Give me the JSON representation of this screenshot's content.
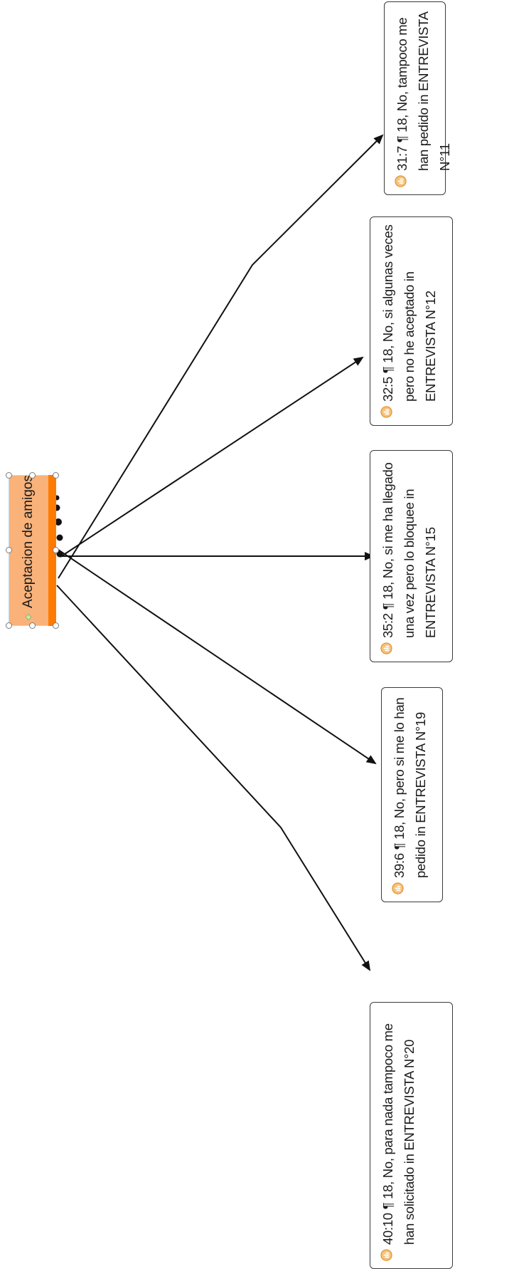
{
  "diagram": {
    "code": {
      "label": "Aceptacion de amigos",
      "icon": "code-diamond-icon",
      "bar_color": "#ff7a00",
      "fill_color": "#f9b27a"
    },
    "quotations": [
      {
        "id": "q-31-7",
        "text": "31:7 ¶ 18, No, tampoco me han pedido in ENTREVISTA N°11",
        "icon": "quotation-icon"
      },
      {
        "id": "q-32-5",
        "text": "32:5 ¶ 18, No, si algunas veces pero no he aceptado in ENTREVISTA N°12",
        "icon": "quotation-icon"
      },
      {
        "id": "q-35-2",
        "text": "35:2 ¶ 18, No, si me ha llegado una vez pero lo bloquee in ENTREVISTA N°15",
        "icon": "quotation-icon"
      },
      {
        "id": "q-39-6",
        "text": "39:6 ¶ 18, No, pero si me lo han pedido in ENTREVISTA N°19",
        "icon": "quotation-icon"
      },
      {
        "id": "q-40-10",
        "text": "40:10 ¶ 18, No, para nada tampoco me han solicitado in ENTREVISTA N°20",
        "icon": "quotation-icon"
      }
    ]
  }
}
